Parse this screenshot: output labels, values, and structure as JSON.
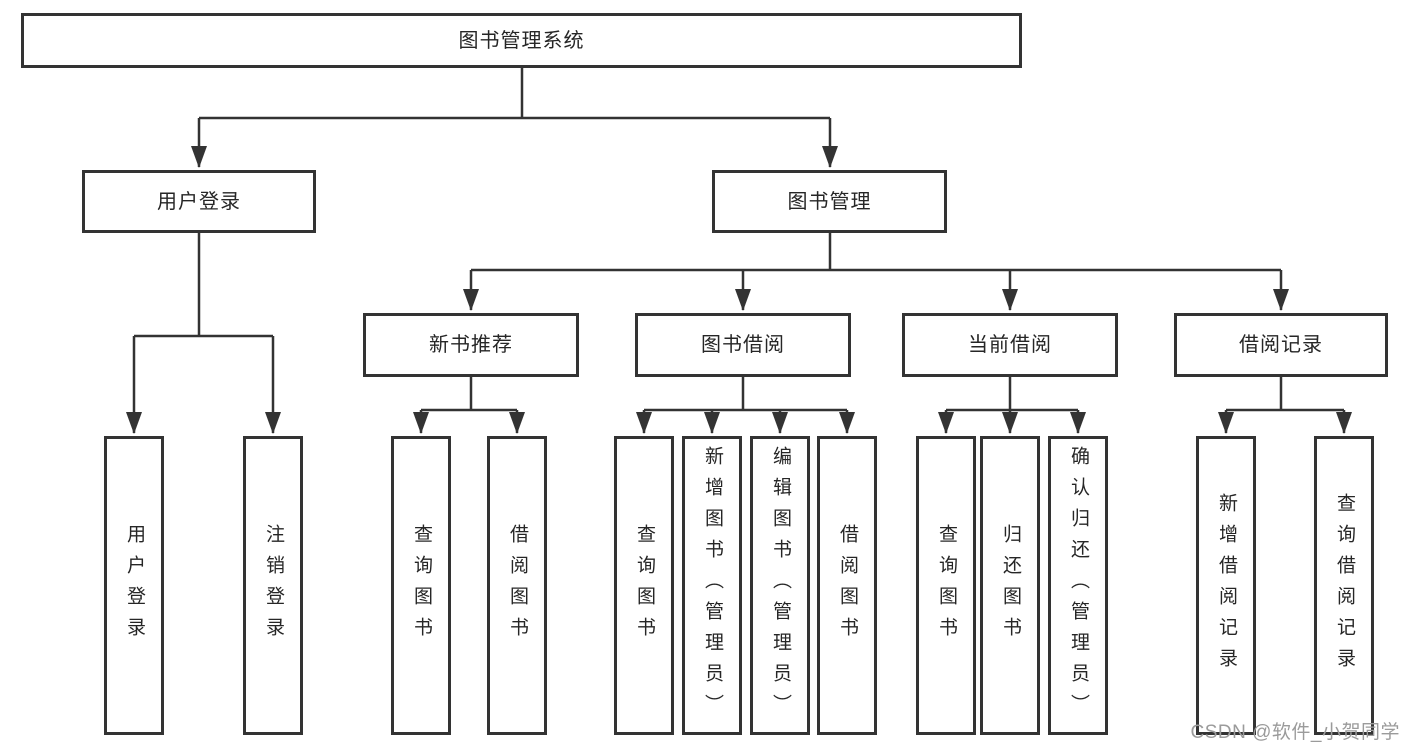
{
  "diagram": {
    "type": "hierarchy-tree",
    "colors": {
      "line": "#333333",
      "box_border": "#333333",
      "text": "#262626",
      "background": "#ffffff",
      "watermark_text": "#9b9b9b"
    },
    "tree": {
      "label": "图书管理系统",
      "children": [
        {
          "label": "用户登录",
          "children": [
            {
              "label": "用户登录"
            },
            {
              "label": "注销登录"
            }
          ]
        },
        {
          "label": "图书管理",
          "children": [
            {
              "label": "新书推荐",
              "children": [
                {
                  "label": "查询图书"
                },
                {
                  "label": "借阅图书"
                }
              ]
            },
            {
              "label": "图书借阅",
              "children": [
                {
                  "label": "查询图书"
                },
                {
                  "label": "新增图书（管理员）"
                },
                {
                  "label": "编辑图书（管理员）"
                },
                {
                  "label": "借阅图书"
                }
              ]
            },
            {
              "label": "当前借阅",
              "children": [
                {
                  "label": "查询图书"
                },
                {
                  "label": "归还图书"
                },
                {
                  "label": "确认归还（管理员）"
                }
              ]
            },
            {
              "label": "借阅记录",
              "children": [
                {
                  "label": "新增借阅记录"
                },
                {
                  "label": "查询借阅记录"
                }
              ]
            }
          ]
        }
      ]
    },
    "watermark": {
      "text": "CSDN @软件_小贺同学"
    }
  }
}
